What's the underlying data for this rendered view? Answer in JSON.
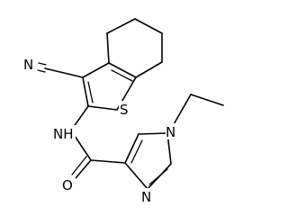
{
  "structure": {
    "atom_labels": {
      "nitrile_n": "N",
      "thiophene_s": "S",
      "amide_nh": "NH",
      "carbonyl_o": "O",
      "pyrazole_n1": "N",
      "pyrazole_n2": "N"
    }
  }
}
